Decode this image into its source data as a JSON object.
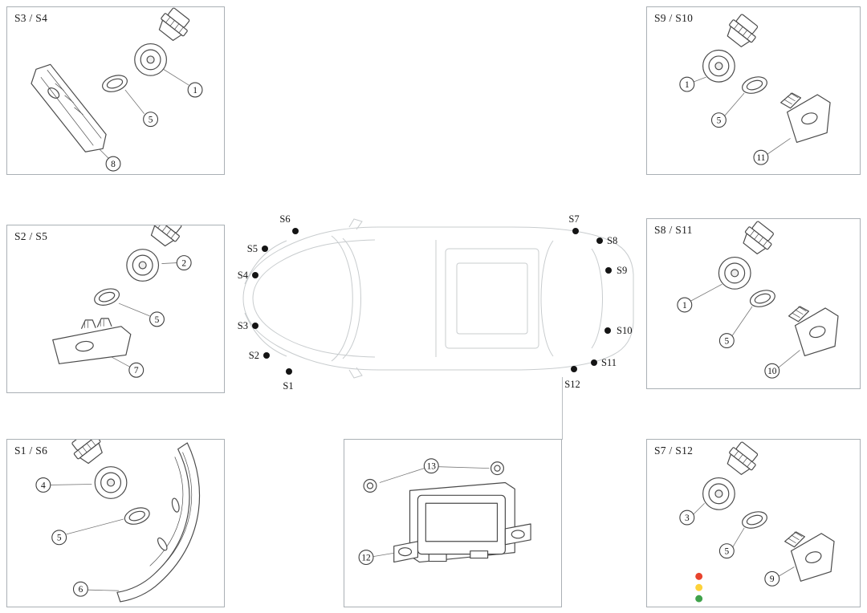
{
  "panels": {
    "s3_s4": {
      "label": "S3 / S4",
      "callout_sensor": "1",
      "callout_ring": "5",
      "callout_bracket": "8"
    },
    "s2_s5": {
      "label": "S2 / S5",
      "callout_sensor": "2",
      "callout_ring": "5",
      "callout_bracket": "7"
    },
    "s1_s6": {
      "label": "S1 / S6",
      "callout_sensor": "4",
      "callout_ring": "5",
      "callout_bracket": "6"
    },
    "s9_s10": {
      "label": "S9 / S10",
      "callout_sensor": "1",
      "callout_ring": "5",
      "callout_bracket": "11"
    },
    "s8_s11": {
      "label": "S8 / S11",
      "callout_sensor": "1",
      "callout_ring": "5",
      "callout_bracket": "10"
    },
    "s7_s12": {
      "label": "S7 / S12",
      "callout_sensor": "3",
      "callout_ring": "5",
      "callout_bracket": "9"
    },
    "module": {
      "callout_module": "12",
      "callout_screws": "13"
    }
  },
  "car": {
    "markers": [
      {
        "label": "S6"
      },
      {
        "label": "S5"
      },
      {
        "label": "S4"
      },
      {
        "label": "S3"
      },
      {
        "label": "S2"
      },
      {
        "label": "S1"
      },
      {
        "label": "S7"
      },
      {
        "label": "S8"
      },
      {
        "label": "S9"
      },
      {
        "label": "S10"
      },
      {
        "label": "S11"
      },
      {
        "label": "S12"
      }
    ]
  },
  "colors": {
    "part_line": "#4a4a4a",
    "car_line": "#c8ccce",
    "marker": "#141414",
    "red": "#e8432d",
    "yellow": "#fdd23a",
    "green": "#3fa24b"
  }
}
